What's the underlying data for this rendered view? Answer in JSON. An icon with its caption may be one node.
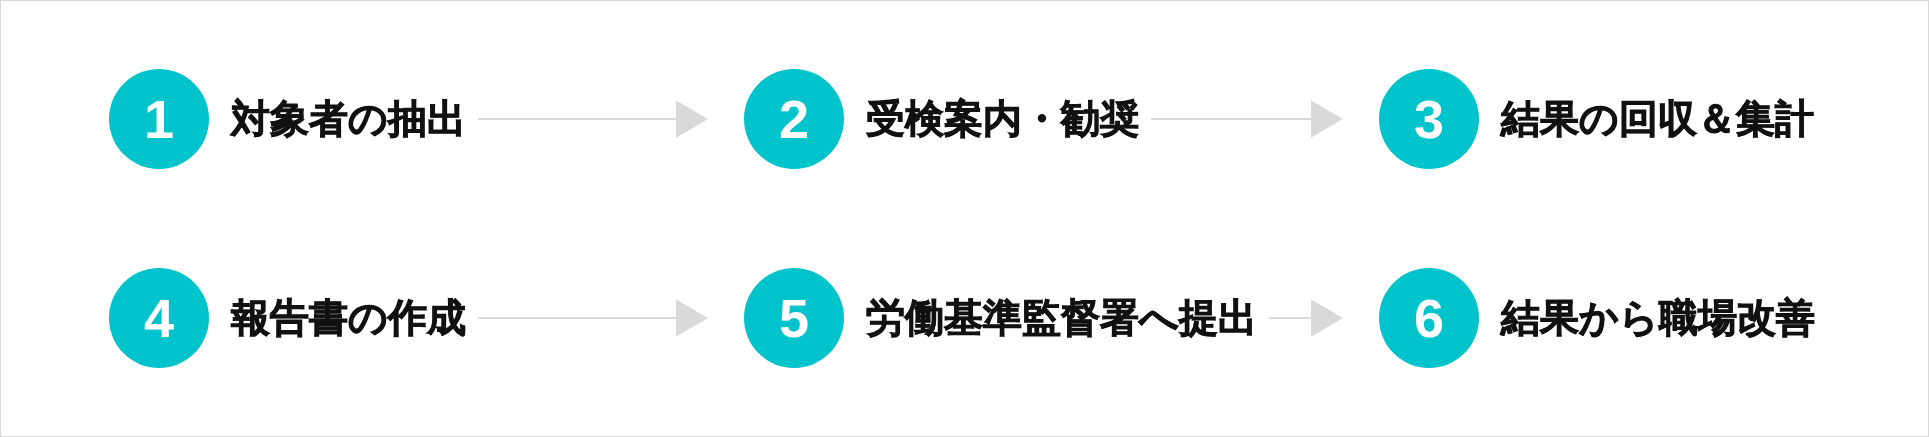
{
  "diagram": {
    "nodes": [
      {
        "text": [
          "1"
        ],
        "beside": [
          "対象者の抽出"
        ]
      },
      {
        "text": [
          "2"
        ],
        "beside": [
          "受検案内・勧奨"
        ]
      },
      {
        "text": [
          "3"
        ],
        "beside": [
          "結果の回収＆集計"
        ]
      },
      {
        "text": [
          "4"
        ],
        "beside": [
          "報告書の作成"
        ]
      },
      {
        "text": [
          "5"
        ],
        "beside": [
          "労働基準監督署へ提出"
        ]
      },
      {
        "text": [
          "6"
        ],
        "beside": [
          "結果から職場改善"
        ]
      }
    ],
    "edges": [
      {
        "from": 0,
        "to": 1,
        "arrow": "to"
      },
      {
        "from": 1,
        "to": 2,
        "arrow": "to"
      },
      {
        "from": 3,
        "to": 4,
        "arrow": "to"
      },
      {
        "from": 4,
        "to": 5,
        "arrow": "to"
      }
    ]
  }
}
